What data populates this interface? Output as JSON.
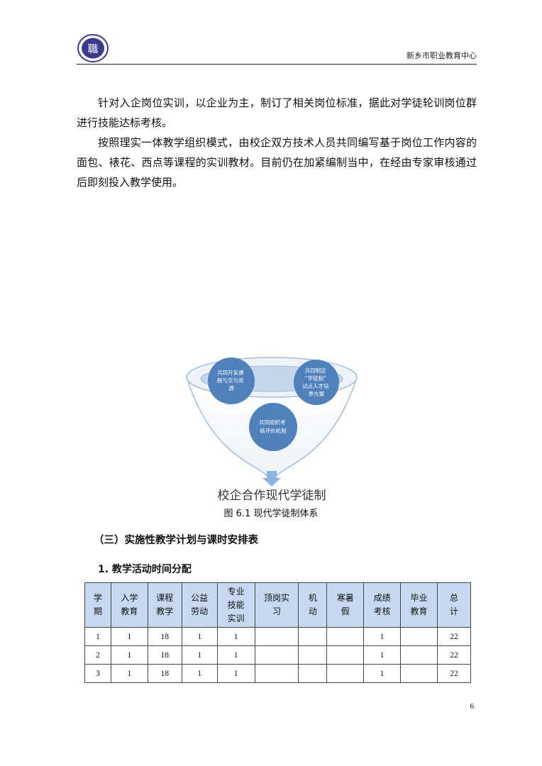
{
  "header": {
    "org_name": "新乡市职业教育中心",
    "logo_glyph": "職"
  },
  "paragraphs": [
    "针对入企岗位实训，以企业为主，制订了相关岗位标准，据此对学徒轮训岗位群进行技能达标考核。",
    "按照理实一体教学组织模式，由校企双方技术人员共同编写基于岗位工作内容的面包、裱花、西点等课程的实训教材。目前仍在加紧编制当中，在经由专家审核通过后即刻投入教学使用。"
  ],
  "figure": {
    "circle_left": [
      "共同开发课",
      "程与交与资",
      "源"
    ],
    "circle_right": [
      "共同制定",
      "“学徒制”",
      "试点人才培",
      "养方案"
    ],
    "circle_bottom": [
      "共同组织考",
      "核评价机制"
    ],
    "funnel_label": "校企合作现代学徒制",
    "caption": "图 6.1   现代学徒制体系",
    "colors": {
      "circle": "#4f81bd",
      "funnel_edge": "#a6bcd8",
      "ellipse": "#c5d5ea"
    }
  },
  "section_heading": "（三）实施性教学计划与课时安排表",
  "sub_heading": "1. 教学活动时间分配",
  "table": {
    "headers": [
      [
        "学",
        "期"
      ],
      [
        "入学",
        "教育"
      ],
      [
        "课程",
        "教学"
      ],
      [
        "公益",
        "劳动"
      ],
      [
        "专业",
        "技能",
        "实训"
      ],
      [
        "顶岗实",
        "习"
      ],
      [
        "机",
        "动"
      ],
      [
        "寒暑",
        "假"
      ],
      [
        "成绩",
        "考核"
      ],
      [
        "毕业",
        "教育"
      ],
      [
        "总",
        "计"
      ]
    ],
    "rows": [
      [
        "1",
        "1",
        "18",
        "1",
        "1",
        "",
        "",
        "",
        "1",
        "",
        "22"
      ],
      [
        "2",
        "1",
        "18",
        "1",
        "1",
        "",
        "",
        "",
        "1",
        "",
        "22"
      ],
      [
        "3",
        "1",
        "18",
        "1",
        "1",
        "",
        "",
        "",
        "1",
        "",
        "22"
      ]
    ]
  },
  "page_number": "6"
}
